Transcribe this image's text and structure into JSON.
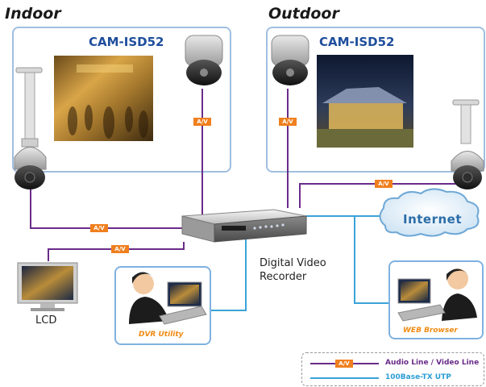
{
  "sections": {
    "indoor_title": "Indoor",
    "outdoor_title": "Outdoor"
  },
  "cameras": {
    "indoor_label": "CAM-ISD52",
    "outdoor_label": "CAM-ISD52"
  },
  "tags": {
    "av": "A/V"
  },
  "devices": {
    "dvr_caption_line1": "Digital Video",
    "dvr_caption_line2": "Recorder",
    "lcd_caption": "LCD",
    "internet_label": "Internet",
    "dvr_utility_caption": "DVR Utility",
    "web_browser_caption": "WEB Browser"
  },
  "legend": {
    "av_line_label": "Audio Line / Video Line",
    "utp_label": "100Base-TX UTP"
  },
  "colors": {
    "av_line": "#6a2c8a",
    "utp_line": "#3aa3d8",
    "panel_border": "#9fbfe0",
    "av_tag": "#f07f1e"
  }
}
